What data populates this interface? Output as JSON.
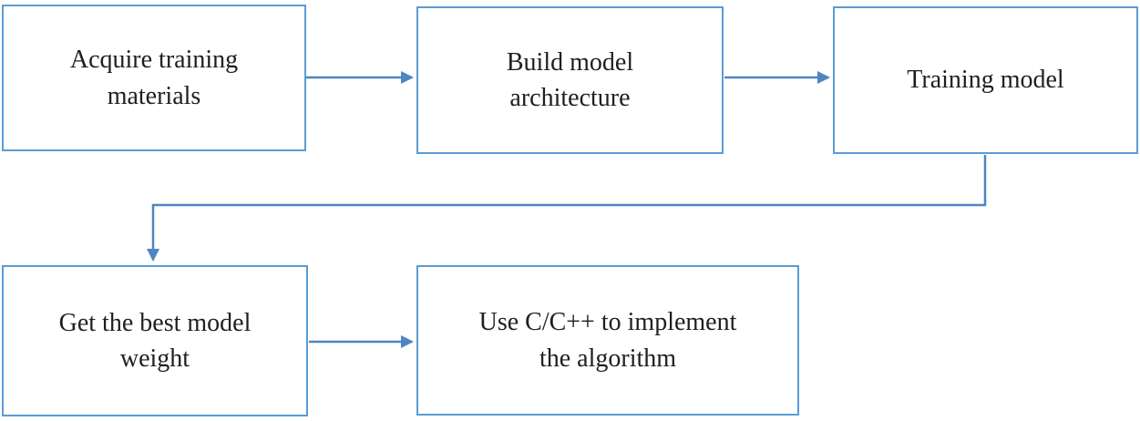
{
  "diagram": {
    "type": "flowchart",
    "nodes": [
      {
        "id": "acquire-training-materials",
        "label": "Acquire training\nmaterials"
      },
      {
        "id": "build-model-architecture",
        "label": "Build model\narchitecture"
      },
      {
        "id": "training-model",
        "label": "Training model"
      },
      {
        "id": "get-best-model-weight",
        "label": "Get the best model\nweight"
      },
      {
        "id": "use-cpp-implement-algorithm",
        "label": "Use C/C++ to implement\nthe algorithm"
      }
    ],
    "edges": [
      {
        "from": "acquire-training-materials",
        "to": "build-model-architecture",
        "style": "straight-arrow"
      },
      {
        "from": "build-model-architecture",
        "to": "training-model",
        "style": "straight-arrow"
      },
      {
        "from": "training-model",
        "to": "get-best-model-weight",
        "style": "elbow-arrow"
      },
      {
        "from": "get-best-model-weight",
        "to": "use-cpp-implement-algorithm",
        "style": "straight-arrow"
      }
    ],
    "colors": {
      "box_border": "#5B9BD5",
      "connector": "#4E85C2",
      "text": "#1F1F1F",
      "background": "#FFFFFF"
    }
  }
}
